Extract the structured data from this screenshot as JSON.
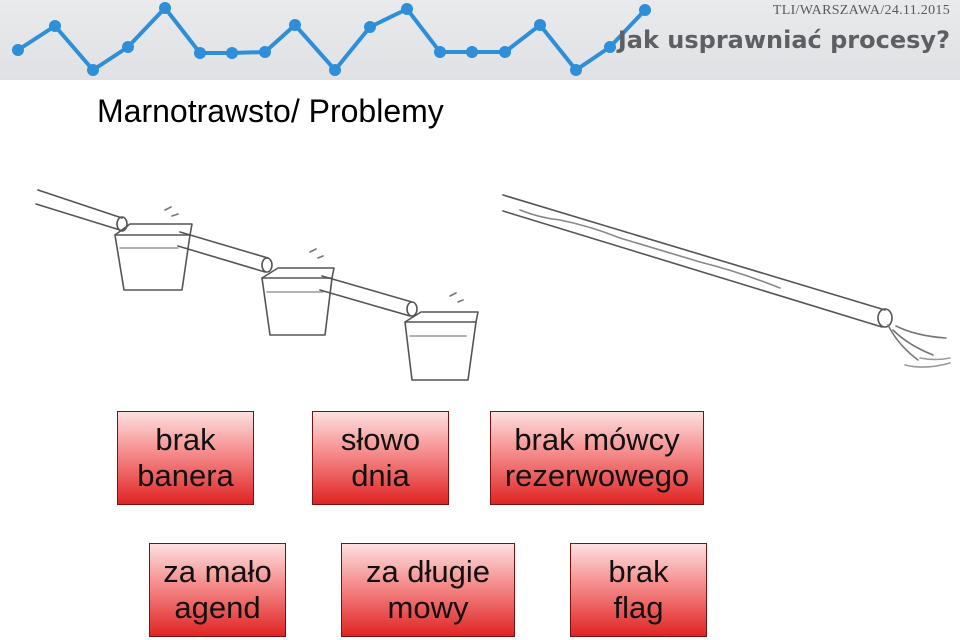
{
  "header": {
    "event_tag": "TLI/WARSZAWA/24.11.2015",
    "slogan": "Jak usprawniać procesy?",
    "line_color": "#2e8fd8",
    "icon": "line-chart-decoration"
  },
  "slide": {
    "title": "Marnotrawsto/ Problemy"
  },
  "illustration": {
    "icons": [
      "leaky-pipe-with-buckets-sketch",
      "pipe-spilling-water-sketch"
    ]
  },
  "boxes": [
    {
      "line1": "brak",
      "line2": "banera"
    },
    {
      "line1": "słowo",
      "line2": "dnia"
    },
    {
      "line1": "brak mówcy",
      "line2": "rezerwowego"
    },
    {
      "line1": "za mało",
      "line2": "agend"
    },
    {
      "line1": "za długie",
      "line2": "mowy"
    },
    {
      "line1": "brak",
      "line2": "flag"
    }
  ],
  "colors": {
    "box_top": "#fde0e0",
    "box_bottom": "#e02424",
    "box_border": "#7a1010"
  }
}
